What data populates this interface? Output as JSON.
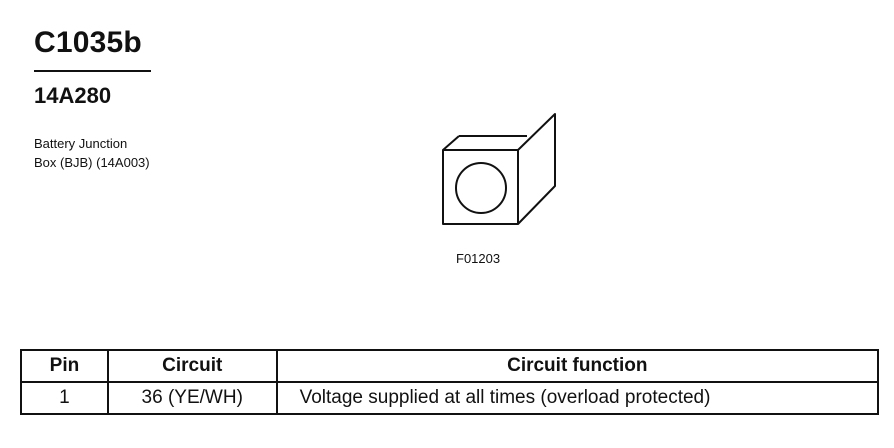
{
  "connector": {
    "id": "C1035b",
    "part_number": "14A280",
    "description_line1": "Battery Junction",
    "description_line2": "Box (BJB) (14A003)",
    "figure_ref": "F01203"
  },
  "table": {
    "headers": {
      "pin": "Pin",
      "circuit": "Circuit",
      "function": "Circuit function"
    },
    "rows": [
      {
        "pin": "1",
        "circuit": "36 (YE/WH)",
        "function": "Voltage supplied at all times (overload protected)"
      }
    ]
  }
}
